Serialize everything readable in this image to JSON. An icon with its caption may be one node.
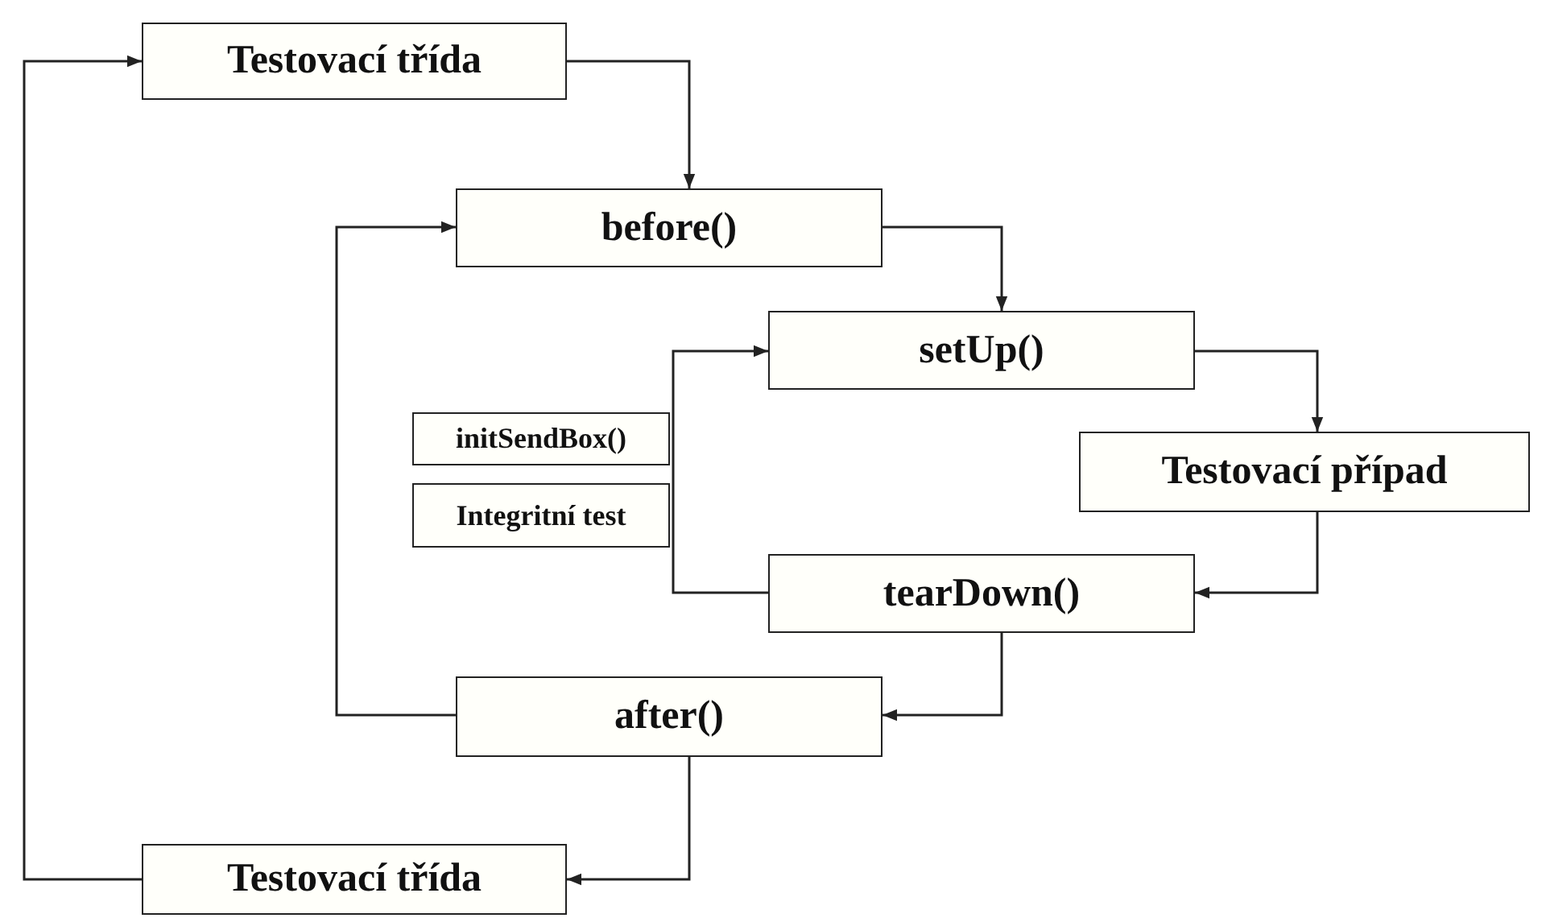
{
  "diagram": {
    "nodes": [
      {
        "text": [
          "Testovací třída"
        ]
      },
      {
        "text": [
          "before()"
        ]
      },
      {
        "text": [
          "setUp()"
        ]
      },
      {
        "text": [
          "initSendBox()"
        ]
      },
      {
        "text": [
          "Testovací případ"
        ]
      },
      {
        "text": [
          "Integritní test"
        ]
      },
      {
        "text": [
          "tearDown()"
        ]
      },
      {
        "text": [
          "after()"
        ]
      },
      {
        "text": [
          "Testovací třída"
        ]
      }
    ],
    "edges": [
      {
        "from": 0,
        "to": 1,
        "arrow": "to"
      },
      {
        "from": 1,
        "to": 2,
        "arrow": "to"
      },
      {
        "from": 2,
        "to": 4,
        "arrow": "to"
      },
      {
        "from": 4,
        "to": 6,
        "arrow": "to"
      },
      {
        "from": 6,
        "to": 7,
        "arrow": "to"
      },
      {
        "from": 7,
        "to": 8,
        "arrow": "to"
      },
      {
        "from": 6,
        "to": 2,
        "arrow": "to"
      },
      {
        "from": 7,
        "to": 1,
        "arrow": "to"
      },
      {
        "from": 8,
        "to": 0,
        "arrow": "to"
      }
    ]
  }
}
